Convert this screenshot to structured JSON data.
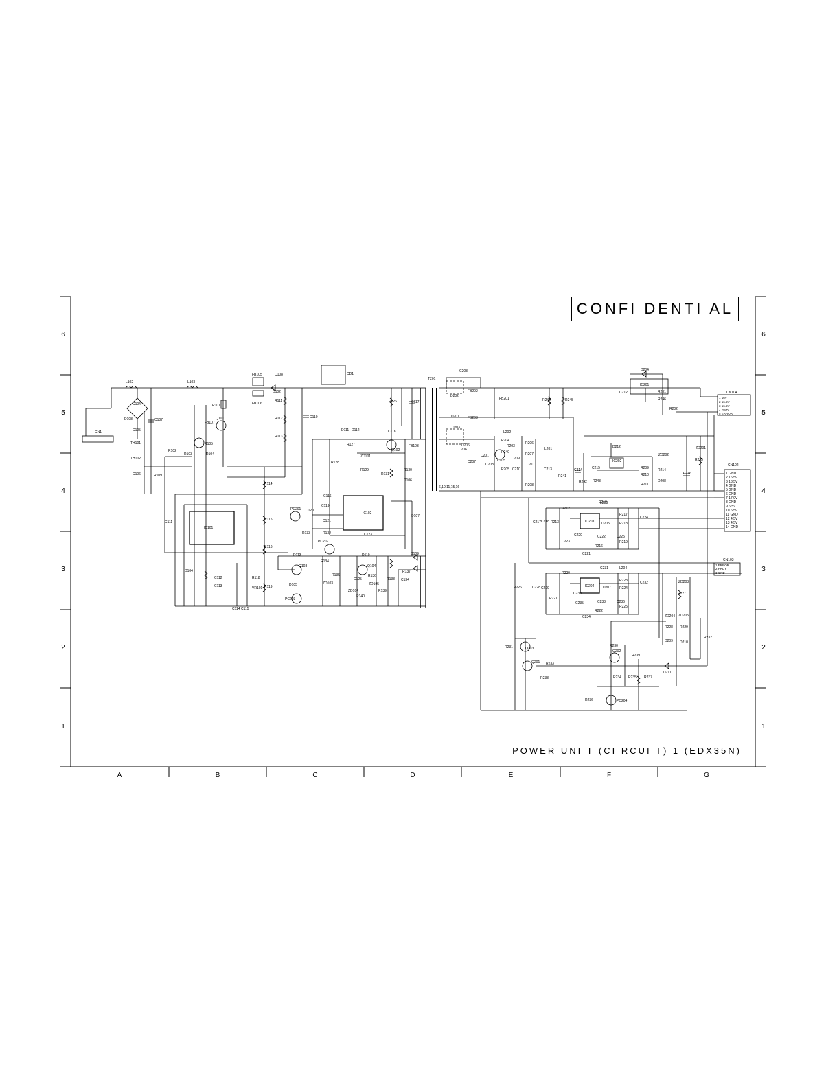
{
  "header": {
    "stamp": "CONFI DENTI AL"
  },
  "footer": {
    "title": "POWER UNI T (CI RCUI T) 1 (EDX35N)"
  },
  "grid": {
    "rows": [
      "6",
      "5",
      "4",
      "3",
      "2",
      "1"
    ],
    "cols": [
      "A",
      "B",
      "C",
      "D",
      "E",
      "F",
      "G"
    ]
  },
  "components": {
    "L102": "L102",
    "L103": "L103",
    "C104": "C104",
    "C105": "C105",
    "C106": "C106",
    "C107": "C107",
    "D108": "D108",
    "CN1": "CN1",
    "TH101": "TH101",
    "TH102": "TH102",
    "R101": "R101",
    "R102": "R102",
    "R103": "R103",
    "R104": "R104",
    "R105": "R105",
    "R109": "R109",
    "FB107": "FB107",
    "Q101": "Q101",
    "FB105": "FB105",
    "FB106": "FB106",
    "C108": "C108",
    "D102": "D102",
    "R111": "R111",
    "R112": "R112",
    "R113": "R113",
    "C110": "C110",
    "IC101": "IC101",
    "C111": "C111",
    "C112": "C112",
    "C113": "C113",
    "C114": "C114",
    "C115": "C115",
    "D104": "D104",
    "R114": "R114",
    "R115": "R115",
    "R116": "R116",
    "R118": "R118",
    "R119": "R119",
    "VR101": "VR101",
    "CD1": "CD1",
    "PC201": "PC201",
    "PC202": "PC202",
    "PC203": "PC203",
    "IC102": "IC102",
    "C116": "C116",
    "C117": "C117",
    "C118": "C118",
    "C119": "C119",
    "C120": "C120",
    "C121": "C121",
    "C123": "C123",
    "C125": "C125",
    "C134": "C134",
    "R126": "R126",
    "R127": "R127",
    "R128": "R128",
    "R129": "R129",
    "R130": "R130",
    "R131": "R131",
    "R132": "R132",
    "R133": "R133",
    "R134": "R134",
    "R135": "R135",
    "R136": "R136",
    "R137": "R137",
    "R138": "R138",
    "R139": "R139",
    "R140": "R140",
    "D105": "D105",
    "D106": "D106",
    "D107": "D107",
    "D109": "D109",
    "D110": "D110",
    "D111": "D111",
    "D112": "D112",
    "D113": "D113",
    "ZD101": "ZD101",
    "ZD103": "ZD103",
    "ZD104": "ZD104",
    "ZD105": "ZD105",
    "Q102": "Q102",
    "Q103": "Q103",
    "Q104": "Q104",
    "FB103": "FB103",
    "T201": "T201",
    "C201": "C201",
    "C203": "C203",
    "C205": "C205",
    "C206": "C206",
    "C207": "C207",
    "C208": "C208",
    "C209": "C209",
    "C210": "C210",
    "C211": "C211",
    "C212": "C212",
    "C213": "C213",
    "C214": "C214",
    "C215": "C215",
    "C216": "C216",
    "C217": "C217",
    "C218": "C218",
    "C219": "C219",
    "C220": "C220",
    "C221": "C221",
    "C222": "C222",
    "C223": "C223",
    "C224": "C224",
    "C225": "C225",
    "C228": "C228",
    "C229": "C229",
    "C230": "C230",
    "C231": "C231",
    "C232": "C232",
    "C233": "C233",
    "C234": "C234",
    "C235": "C235",
    "C236": "C236",
    "D201": "D201",
    "D202": "D202",
    "D203": "D203",
    "D204": "D204",
    "D205": "D205",
    "D206": "D206",
    "D207": "D207",
    "D208": "D208",
    "D209": "D209",
    "D210": "D210",
    "D211": "D211",
    "D212": "D212",
    "L201": "L201",
    "L202": "L202",
    "L203": "L203",
    "L204": "L204",
    "IC201": "IC201",
    "IC202": "IC202",
    "IC203": "IC203",
    "IC204": "IC204",
    "FB201": "FB201",
    "FB202": "FB202",
    "FB203": "FB203",
    "R201": "R201",
    "R202": "R202",
    "R203": "R203",
    "R204": "R204",
    "R205": "R205",
    "R206": "R206",
    "R207": "R207",
    "R208": "R208",
    "R209": "R209",
    "R210": "R210",
    "R211": "R211",
    "R212": "R212",
    "R213": "R213",
    "R214": "R214",
    "R215": "R215",
    "R216": "R216",
    "R217": "R217",
    "R218": "R218",
    "R219": "R219",
    "R220": "R220",
    "R221": "R221",
    "R222": "R222",
    "R223": "R223",
    "R224": "R224",
    "R225": "R225",
    "R226": "R226",
    "R227": "R227",
    "R228": "R228",
    "R229": "R229",
    "R230": "R230",
    "R231": "R231",
    "R232": "R232",
    "R233": "R233",
    "R234": "R234",
    "R235": "R235",
    "R236": "R236",
    "R237": "R237",
    "R238": "R238",
    "R239": "R239",
    "R240": "R240",
    "R241": "R241",
    "R242": "R242",
    "R243": "R243",
    "R244": "R244",
    "R245": "R245",
    "R246": "R246",
    "ZD201": "ZD201",
    "ZD202": "ZD202",
    "ZD203": "ZD203",
    "ZD204": "ZD204",
    "ZD205": "ZD205",
    "Q201": "Q201",
    "Q202": "Q202",
    "Q203": "Q203",
    "PC204": "PC204",
    "CN102": "CN102",
    "CN103": "CN103",
    "CN104": "CN104",
    "ic_pins": "6,10,11,15,16"
  },
  "cn102_pins": [
    "1 GND",
    "2 16.5V",
    "3 13.5V",
    "4 GND",
    "5 GND",
    "6 GND",
    "7 17.0V",
    "8 GND",
    "9 6.5V",
    "10 6.5V",
    "11 GND",
    "12 4.5V",
    "13 4.5V",
    "14 GND"
  ],
  "cn104_pins": [
    "1 16V",
    "2 16.5V",
    "3 16.5V",
    "4 GND",
    "5 ERROR"
  ],
  "cn103_pins": [
    "1 ERROR",
    "2 PRDY",
    "3 GND"
  ]
}
